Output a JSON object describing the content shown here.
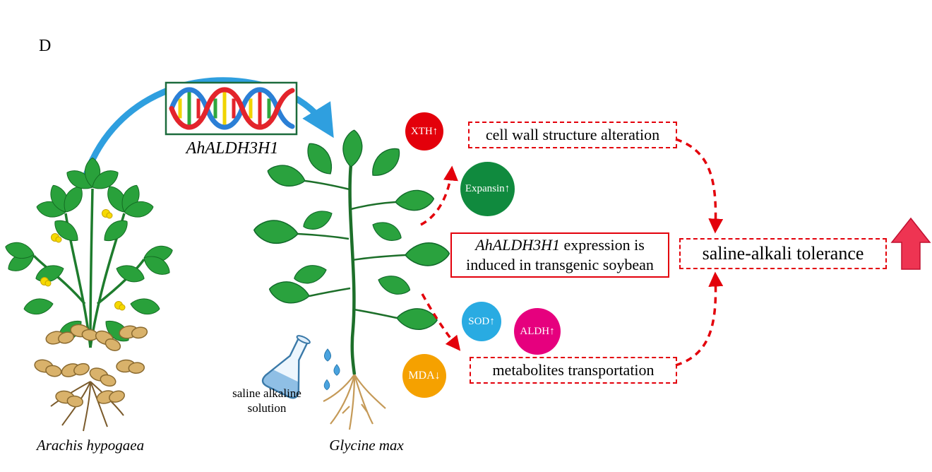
{
  "panel": {
    "label": "D"
  },
  "captions": {
    "peanut": "Arachis hypogaea",
    "soybean": "Glycine max",
    "gene": "AhALDH3H1"
  },
  "solution": {
    "line1": "saline alkaline",
    "line2": "solution"
  },
  "nodes": {
    "xth": "XTH↑",
    "expansin": "Expansin↑",
    "sod": "SOD↑",
    "aldh": "ALDH↑",
    "mda": "MDA↓"
  },
  "boxes": {
    "cell_wall": "cell wall structure alteration",
    "metabolites": "metabolites transportation",
    "expression_gene": "AhALDH3H1",
    "expression_line1_rest": " expression is",
    "expression_line2": "induced in transgenic soybean",
    "tolerance": "saline-alkali tolerance"
  },
  "colors": {
    "accent_red": "#e3000b",
    "arrow_blue": "#2f9fdf",
    "xth": "#e3000b",
    "expansin": "#108a3e",
    "sod": "#29abe2",
    "aldh": "#e6007e",
    "mda": "#f5a100"
  }
}
